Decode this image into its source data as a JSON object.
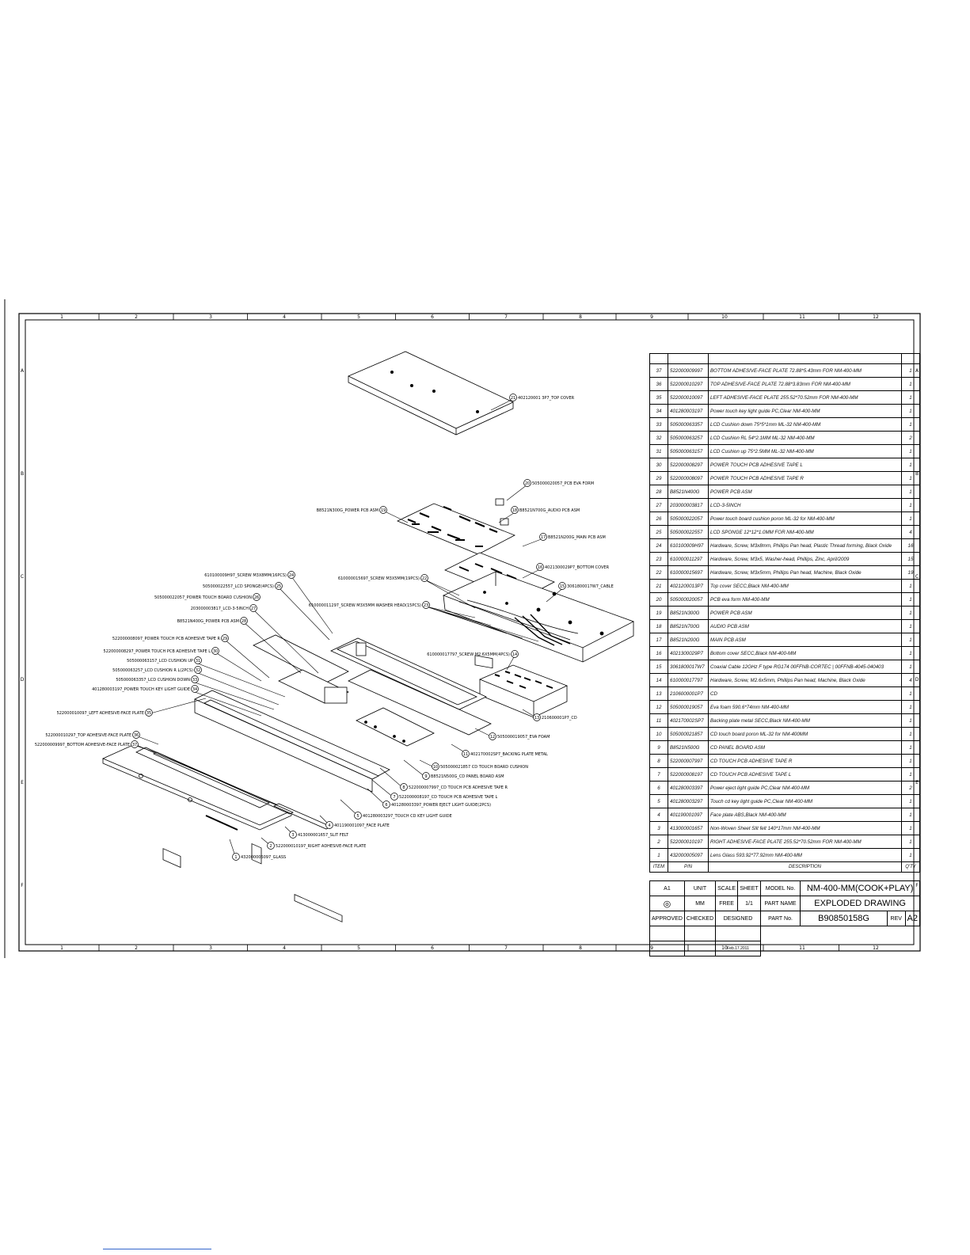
{
  "zone_numbers": [
    "1",
    "2",
    "3",
    "4",
    "5",
    "6",
    "7",
    "8",
    "9",
    "10",
    "11",
    "12"
  ],
  "zone_letters": [
    "A",
    "B",
    "C",
    "D",
    "E",
    "F"
  ],
  "callouts": [
    {
      "n": "21",
      "label": "402120001 3P7_TOP COVER"
    },
    {
      "n": "20",
      "label": "505000020057_PCB EVA FORM"
    },
    {
      "n": "19",
      "label": "B8521N300G_POWER PCB ASM"
    },
    {
      "n": "18",
      "label": "B8521N700G_AUDIO PCB ASM"
    },
    {
      "n": "17",
      "label": "B8521N200G_MAIN PCB ASM"
    },
    {
      "n": "16",
      "label": "4021300029P7_BOTTOM COVER"
    },
    {
      "n": "15",
      "label": "3061800017W7_CABLE"
    },
    {
      "n": "22",
      "label": "610000015697_SCREW M3X5MM(19PCS)"
    },
    {
      "n": "24",
      "label": "610100009H97_SCREW M3X8MM(16PCS)"
    },
    {
      "n": "25",
      "label": "505000022557_LCD SPONGE(4PCS)"
    },
    {
      "n": "23",
      "label": "610000011297_SCREW M3X5MM WASHER HEAD(15PCS)"
    },
    {
      "n": "26",
      "label": "505000022057_POWER TOUCH BOARD CUSHION"
    },
    {
      "n": "27",
      "label": "203000003817_LCD-3-5INCH"
    },
    {
      "n": "28",
      "label": "B8521N400G_POWER PCB ASM"
    },
    {
      "n": "29",
      "label": "522000008097_POWER TOUCH PCB ADHESIVE TAPE R"
    },
    {
      "n": "30",
      "label": "522000008297_POWER TOUCH PCB ADHESIVE TAPE L"
    },
    {
      "n": "31",
      "label": "505000063157_LCD CUSHION UP"
    },
    {
      "n": "32",
      "label": "505000063257_LCD CUSHION R L(2PCS)"
    },
    {
      "n": "33",
      "label": "505000063357_LCD CUSHION DOWN"
    },
    {
      "n": "34",
      "label": "401280003197_POWER TOUCH KEY LIGHT GUIDE"
    },
    {
      "n": "35",
      "label": "522000010097_LEFT ADHESIVE-FACE PLATE"
    },
    {
      "n": "36",
      "label": "522000010297_TOP ADHESIVE-FACE PLATE"
    },
    {
      "n": "37",
      "label": "522000009997_BOTTOM ADHESIVE-FACE PLATE"
    },
    {
      "n": "14",
      "label": "610000017797_SCREW M2.6X5MM(4PCS)"
    },
    {
      "n": "13",
      "label": "210600001P7_CD"
    },
    {
      "n": "12",
      "label": "505000019057_EVA FOAM"
    },
    {
      "n": "11",
      "label": "402170002SP7_BACKING PLATE METAL"
    },
    {
      "n": "10",
      "label": "505000021857 CD TOUCH BOARD CUSHION"
    },
    {
      "n": "9",
      "label": "B8521N500G_CD PANEL BOARD ASM"
    },
    {
      "n": "8",
      "label": "522000007997_CD TOUCH PCB ADHESIVE TAPE R"
    },
    {
      "n": "7",
      "label": "522000008197_CD TOUCH PCB ADHESIVE TAPE L"
    },
    {
      "n": "6",
      "label": "401280003397_POWER EJECT LIGHT GUIDE(2PCS)"
    },
    {
      "n": "5",
      "label": "401280003297_TOUCH CD KEY LIGHT GUIDE"
    },
    {
      "n": "4",
      "label": "401190001097_FACE PLATE"
    },
    {
      "n": "3",
      "label": "413000001657_SLIT FELT"
    },
    {
      "n": "2",
      "label": "522000010197_RIGHT ADHESIVE-FACE PLATE"
    },
    {
      "n": "1",
      "label": "432000005097_GLASS"
    }
  ],
  "bom": {
    "rows": [
      {
        "item": "37",
        "pn": "522000009997",
        "desc": "BOTTOM ADHESIVE-FACE PLATE 72.88*5.43mm FOR NM-400-MM",
        "qty": "1"
      },
      {
        "item": "36",
        "pn": "522000010297",
        "desc": "TOP ADHESIVE-FACE PLATE 72.88*3.83mm FOR NM-400-MM",
        "qty": "1"
      },
      {
        "item": "35",
        "pn": "522000010097",
        "desc": "LEFT ADHESIVE-FACE PLATE 255.52*70.52mm FOR NM-400-MM",
        "qty": "1"
      },
      {
        "item": "34",
        "pn": "401280003197",
        "desc": "Power touch key light guide PC,Clear NM-400-MM",
        "qty": "1"
      },
      {
        "item": "33",
        "pn": "505000063357",
        "desc": "LCD Cushion down 75*5*1mm ML-32 NM-400-MM",
        "qty": "1"
      },
      {
        "item": "32",
        "pn": "505000063257",
        "desc": "LCD Cushion RL 54*2.1MM ML-32 NM-400-MM",
        "qty": "2"
      },
      {
        "item": "31",
        "pn": "505000063157",
        "desc": "LCD Cushion up 75*2.5MM ML-32 NM-400-MM",
        "qty": "1"
      },
      {
        "item": "30",
        "pn": "522000008297",
        "desc": "POWER TOUCH PCB ADHESIVE TAPE L",
        "qty": "1"
      },
      {
        "item": "29",
        "pn": "522000008097",
        "desc": "POWER TOUCH PCB ADHESIVE TAPE R",
        "qty": "1"
      },
      {
        "item": "28",
        "pn": "B8521N400G",
        "desc": "POWER PCB ASM",
        "qty": "1"
      },
      {
        "item": "27",
        "pn": "203000003817",
        "desc": "LCD-3-5INCH",
        "qty": "1"
      },
      {
        "item": "26",
        "pn": "505000022057",
        "desc": "Power touch board cushion poron ML-32 for NM-400-MM",
        "qty": "1"
      },
      {
        "item": "25",
        "pn": "505000022557",
        "desc": "LCD SPONGE 12*12*1.0MM FOR NM-400-MM",
        "qty": "4"
      },
      {
        "item": "24",
        "pn": "610100009H97",
        "desc": "Hardware, Screw, M3x8mm, Phillips Pan head, Plastic Thread forming, Black Oxide",
        "qty": "16"
      },
      {
        "item": "23",
        "pn": "610000011297",
        "desc": "Hardware, Screw, M3x5, Washer-head, Phillips, Zinc, April/2009",
        "qty": "15"
      },
      {
        "item": "22",
        "pn": "610000015697",
        "desc": "Hardware, Screw, M3x5mm, Phillips Pan head, Machine, Black Oxide",
        "qty": "19"
      },
      {
        "item": "21",
        "pn": "4021200013P7",
        "desc": "Top cover  SECC,Black  NM-400-MM",
        "qty": "1"
      },
      {
        "item": "20",
        "pn": "505000020057",
        "desc": "PCB eva form NM-400-MM",
        "qty": "1"
      },
      {
        "item": "19",
        "pn": "B8521N300G",
        "desc": "POWER PCB ASM",
        "qty": "1"
      },
      {
        "item": "18",
        "pn": "B8521N700G",
        "desc": "AUDIO PCB ASM",
        "qty": "1"
      },
      {
        "item": "17",
        "pn": "B8521N200G",
        "desc": "MAIN PCB ASM",
        "qty": "1"
      },
      {
        "item": "16",
        "pn": "4021300029P7",
        "desc": "Bottom cover SECC,Black  NM-400-MM",
        "qty": "1"
      },
      {
        "item": "15",
        "pn": "3061800017W7",
        "desc": "Coaxial Cable 12GHz F type RG174 00FFNB-CORTEC | 00FFNB-4045-040403",
        "qty": "1"
      },
      {
        "item": "14",
        "pn": "610000017797",
        "desc": "Hardware, Screw, M2.6x5mm, Phillips Pan head, Machine, Black Oxide",
        "qty": "4"
      },
      {
        "item": "13",
        "pn": "2106000001P7",
        "desc": "CD",
        "qty": "1"
      },
      {
        "item": "12",
        "pn": "505000019057",
        "desc": "Eva foam 590.6*74mm NM-400-MM",
        "qty": "1"
      },
      {
        "item": "11",
        "pn": "402170002SP7",
        "desc": "Backing plate metal  SECC,Black NM-400-MM",
        "qty": "1"
      },
      {
        "item": "10",
        "pn": "505000021857",
        "desc": "CD touch board poron ML-32 for NM-400MM",
        "qty": "1"
      },
      {
        "item": "9",
        "pn": "B8521N500G",
        "desc": "CD PANEL BOARD ASM",
        "qty": "1"
      },
      {
        "item": "8",
        "pn": "522000007997",
        "desc": "CD TOUCH PCB ADHESIVE TAPE R",
        "qty": "1"
      },
      {
        "item": "7",
        "pn": "522000008197",
        "desc": "CD TOUCH PCB ADHESIVE TAPE L",
        "qty": "1"
      },
      {
        "item": "6",
        "pn": "401280003397",
        "desc": "Power eject light guide PC,Clear NM-400-MM",
        "qty": "2"
      },
      {
        "item": "5",
        "pn": "401280003297",
        "desc": "Touch cd key light guide PC,Clear NM-400-MM",
        "qty": "1"
      },
      {
        "item": "4",
        "pn": "401190001097",
        "desc": "Face plate ABS,Black NM-400-MM",
        "qty": "1"
      },
      {
        "item": "3",
        "pn": "413000001657",
        "desc": "Non-Woven Sheet Slit felt 140*17mm NM-400-MM",
        "qty": "1"
      },
      {
        "item": "2",
        "pn": "522000010197",
        "desc": "RIGHT ADHESIVE-FACE PLATE 255.52*70.52mm FOR NM-400-MM",
        "qty": "1"
      },
      {
        "item": "1",
        "pn": "432000005097",
        "desc": "Lens Glass 593.92*77.92mm NM-400-MM",
        "qty": "1"
      }
    ],
    "header": {
      "item": "ITEM",
      "pn": "P/N",
      "desc": "DESCRIPTION",
      "qty": "Q'TY"
    }
  },
  "title_block": {
    "size": "A1",
    "unit_label": "UNIT",
    "scale_label": "SCALE",
    "sheet_label": "SHEET",
    "model_label": "MODEL No.",
    "model": "NM-400-MM(COOK+PLAY)",
    "projection_symbol": "◎",
    "unit": "MM",
    "scale": "FREE",
    "sheet": "1/1",
    "part_name_label": "PART NAME",
    "part_name": "EXPLODED DRAWING",
    "approved_label": "APPROVED",
    "checked_label": "CHECKED",
    "designed_label": "DESIGNED",
    "part_no_label": "PART No.",
    "part_no": "B90850158G",
    "rev_label": "REV",
    "rev": "A2",
    "date": "Feb.17.2011"
  }
}
